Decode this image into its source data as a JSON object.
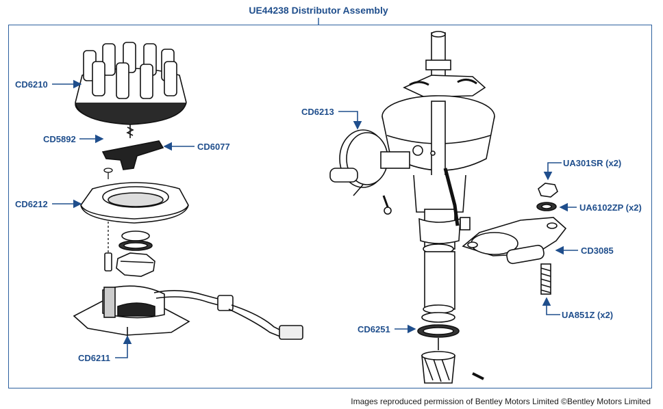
{
  "title": "UE44238 Distributor Assembly",
  "credit": "Images reproduced permission of Bentley Motors Limited ©Bentley Motors Limited",
  "accent_color": "#1f4e8c",
  "callouts": {
    "cd6210": "CD6210",
    "cd5892": "CD5892",
    "cd6077": "CD6077",
    "cd6212": "CD6212",
    "cd6211": "CD6211",
    "cd6213": "CD6213",
    "ua301sr": "UA301SR (x2)",
    "ua6102zp": "UA6102ZP (x2)",
    "cd3085": "CD3085",
    "ua851z": "UA851Z (x2)",
    "cd6251": "CD6251"
  }
}
